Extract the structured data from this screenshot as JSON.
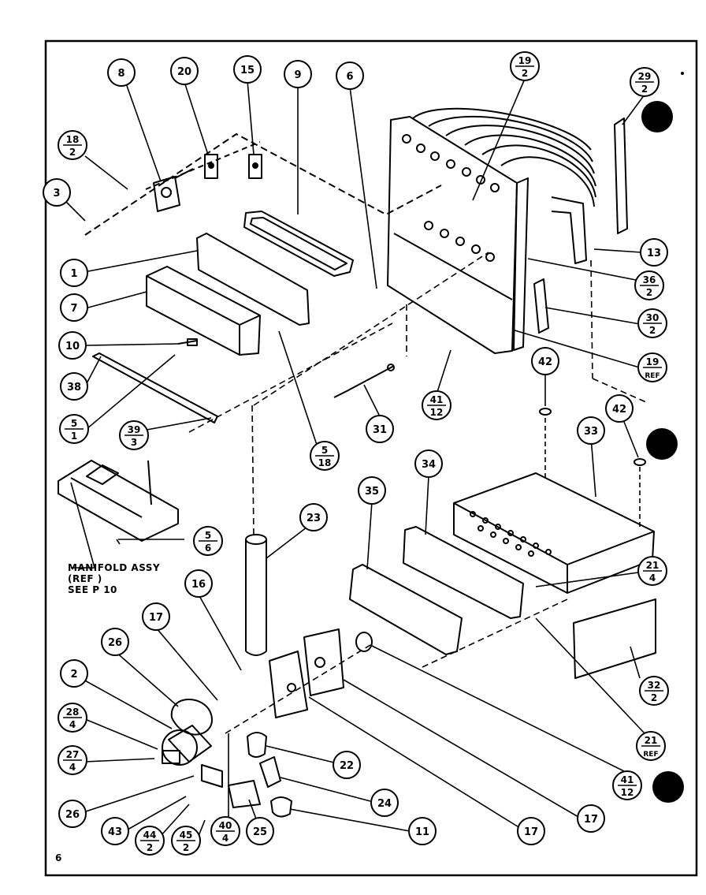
{
  "callouts": [
    {
      "id": "c8",
      "label": "8"
    },
    {
      "id": "c20",
      "label": "20"
    },
    {
      "id": "c15",
      "label": "15"
    },
    {
      "id": "c9",
      "label": "9"
    },
    {
      "id": "c6",
      "label": "6"
    },
    {
      "id": "c3",
      "label": "3"
    },
    {
      "id": "c1",
      "label": "1"
    },
    {
      "id": "c7",
      "label": "7"
    },
    {
      "id": "c10",
      "label": "10"
    },
    {
      "id": "c38",
      "label": "38"
    },
    {
      "id": "c31",
      "label": "31"
    },
    {
      "id": "c13",
      "label": "13"
    },
    {
      "id": "c42a",
      "label": "42"
    },
    {
      "id": "c42b",
      "label": "42"
    },
    {
      "id": "c33",
      "label": "33"
    },
    {
      "id": "c34",
      "label": "34"
    },
    {
      "id": "c35",
      "label": "35"
    },
    {
      "id": "c23",
      "label": "23"
    },
    {
      "id": "c16",
      "label": "16"
    },
    {
      "id": "c17a",
      "label": "17"
    },
    {
      "id": "c26a",
      "label": "26"
    },
    {
      "id": "c2",
      "label": "2"
    },
    {
      "id": "c22",
      "label": "22"
    },
    {
      "id": "c24",
      "label": "24"
    },
    {
      "id": "c11",
      "label": "11"
    },
    {
      "id": "c17b",
      "label": "17"
    },
    {
      "id": "c17c",
      "label": "17"
    },
    {
      "id": "c26b",
      "label": "26"
    },
    {
      "id": "c43",
      "label": "43"
    },
    {
      "id": "c25",
      "label": "25"
    }
  ],
  "fractions": [
    {
      "id": "f18_2",
      "num": "18",
      "den": "2"
    },
    {
      "id": "f19_2",
      "num": "19",
      "den": "2"
    },
    {
      "id": "f29_2",
      "num": "29",
      "den": "2"
    },
    {
      "id": "f5_1",
      "num": "5",
      "den": "1"
    },
    {
      "id": "f39_3",
      "num": "39",
      "den": "3"
    },
    {
      "id": "f5_18",
      "num": "5",
      "den": "18"
    },
    {
      "id": "f36_2",
      "num": "36",
      "den": "2"
    },
    {
      "id": "f30_2",
      "num": "30",
      "den": "2"
    },
    {
      "id": "f19_ref",
      "num": "19",
      "den": "REF"
    },
    {
      "id": "f41_12a",
      "num": "41",
      "den": "12"
    },
    {
      "id": "f5_6",
      "num": "5",
      "den": "6"
    },
    {
      "id": "f21_4",
      "num": "21",
      "den": "4"
    },
    {
      "id": "f32_2",
      "num": "32",
      "den": "2"
    },
    {
      "id": "f21_ref",
      "num": "21",
      "den": "REF"
    },
    {
      "id": "f41_12b",
      "num": "41",
      "den": "12"
    },
    {
      "id": "f28_4",
      "num": "28",
      "den": "4"
    },
    {
      "id": "f27_4",
      "num": "27",
      "den": "4"
    },
    {
      "id": "f44_2",
      "num": "44",
      "den": "2"
    },
    {
      "id": "f45_2",
      "num": "45",
      "den": "2"
    },
    {
      "id": "f40_4",
      "num": "40",
      "den": "4"
    }
  ],
  "manifold_note": {
    "line1": "MANIFOLD ASSY",
    "line2": "(REF )",
    "line3": "SEE P  10"
  },
  "page_number": "6"
}
